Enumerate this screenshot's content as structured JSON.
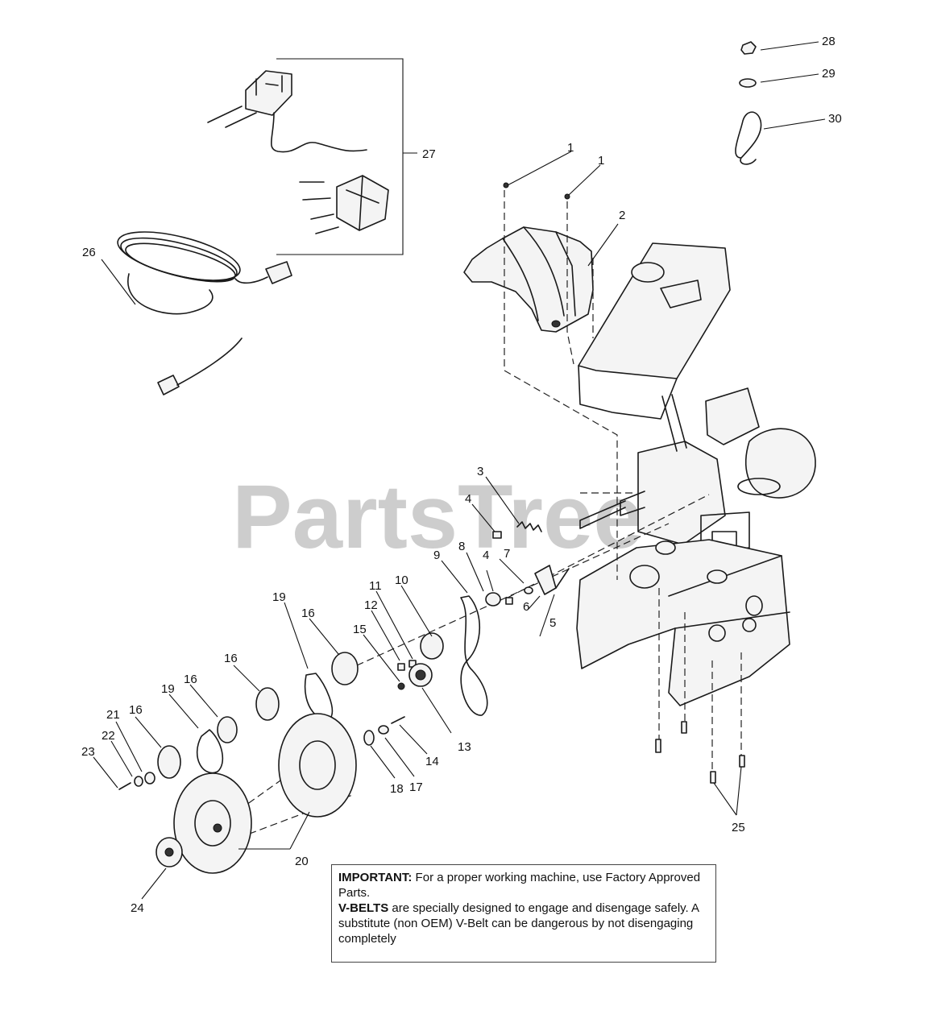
{
  "watermark": "PartsTree",
  "callouts": {
    "c1a": "1",
    "c1b": "1",
    "c2": "2",
    "c3": "3",
    "c4a": "4",
    "c4b": "4",
    "c5": "5",
    "c6": "6",
    "c7": "7",
    "c8": "8",
    "c9": "9",
    "c10": "10",
    "c11": "11",
    "c12": "12",
    "c13": "13",
    "c14": "14",
    "c15": "15",
    "c16a": "16",
    "c16b": "16",
    "c16c": "16",
    "c16d": "16",
    "c17": "17",
    "c18": "18",
    "c19a": "19",
    "c19b": "19",
    "c20": "20",
    "c21": "21",
    "c22": "22",
    "c23": "23",
    "c24": "24",
    "c25": "25",
    "c26": "26",
    "c27": "27",
    "c28": "28",
    "c29": "29",
    "c30": "30"
  },
  "notice": {
    "important_label": "IMPORTANT:",
    "important_text": " For a proper working machine, use Factory Approved Parts.",
    "vbelts_label": "V-BELTS",
    "vbelts_text": " are specially designed to engage and disengage safely.  A substitute (non OEM) V-Belt can be dangerous by not disengaging completely"
  }
}
